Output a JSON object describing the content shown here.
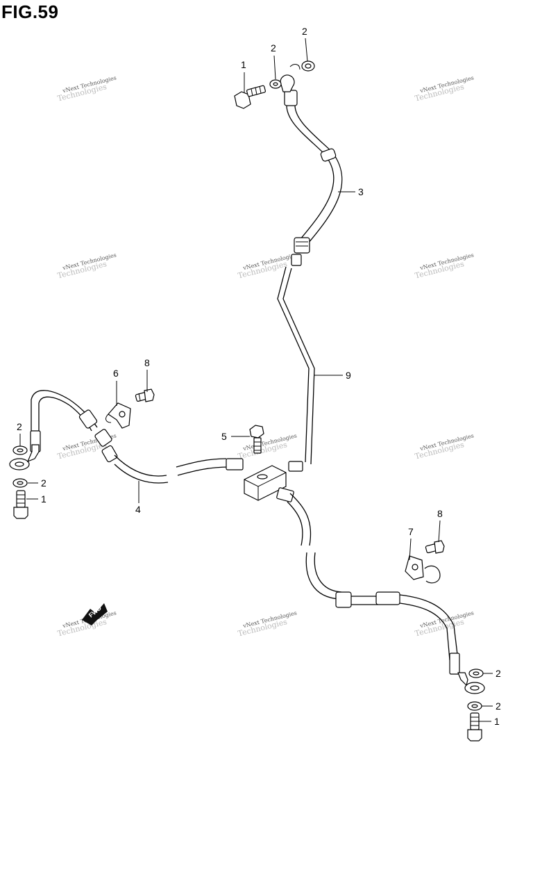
{
  "figure": {
    "title": "FIG.59"
  },
  "watermark": {
    "line1": "vNext Technologies",
    "line2": "Technologies"
  },
  "fwd_badge": {
    "label": "FWD"
  },
  "callouts": {
    "c_top_bolt": "1",
    "c_top_wash_a": "2",
    "c_top_wash_b": "2",
    "c_hose_upper": "3",
    "c_pipe": "9",
    "c_clamp_left": "6",
    "c_bolt_left": "8",
    "c_left_wash_upper": "2",
    "c_left_wash_lower": "2",
    "c_left_bolt": "1",
    "c_joint_bolt": "5",
    "c_hose_left": "4",
    "c_clamp_right": "7",
    "c_bolt_right": "8",
    "c_right_wash_upper": "2",
    "c_right_wash_lower": "2",
    "c_right_bolt": "1"
  }
}
